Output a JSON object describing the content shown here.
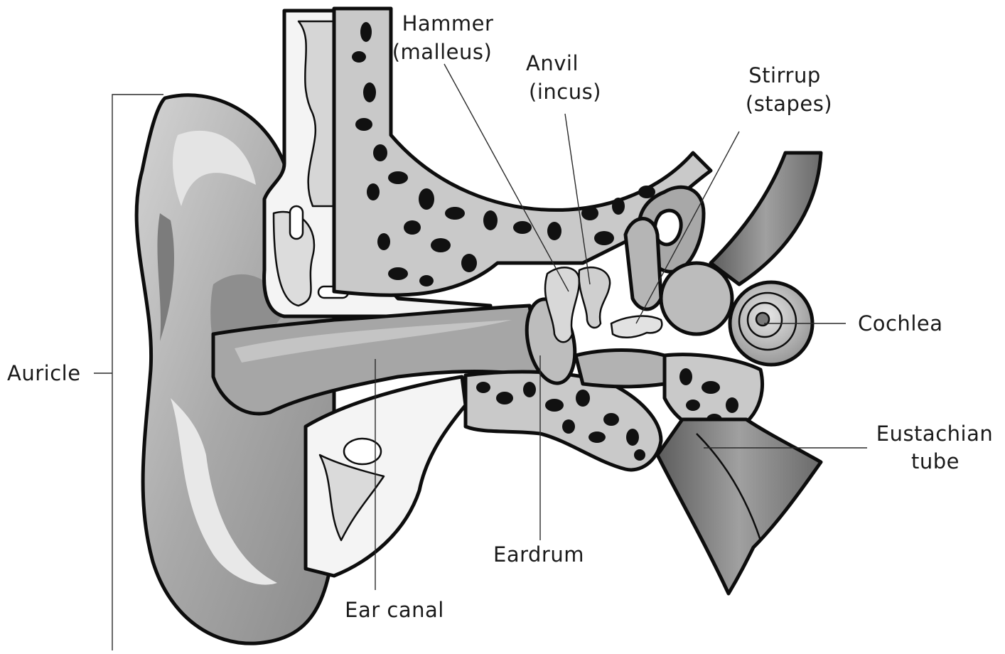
{
  "labels": {
    "hammer_line1": "Hammer",
    "hammer_line2": "(malleus)",
    "anvil_line1": "Anvil",
    "anvil_line2": "(incus)",
    "stirrup_line1": "Stirrup",
    "stirrup_line2": "(stapes)",
    "cochlea": "Cochlea",
    "eustachian_line1": "Eustachian",
    "eustachian_line2": "tube",
    "eardrum": "Eardrum",
    "ear_canal": "Ear canal",
    "auricle": "Auricle"
  },
  "colors": {
    "outline": "#0d0d0d",
    "skin_light": "#d9d9d9",
    "skin_mid": "#a8a8a8",
    "skin_dark": "#7a7a7a",
    "bone": "#c8c8c8",
    "bone_pocket": "#111111",
    "tissue": "#f2f2f2",
    "tube_dark": "#6e6e6e"
  }
}
